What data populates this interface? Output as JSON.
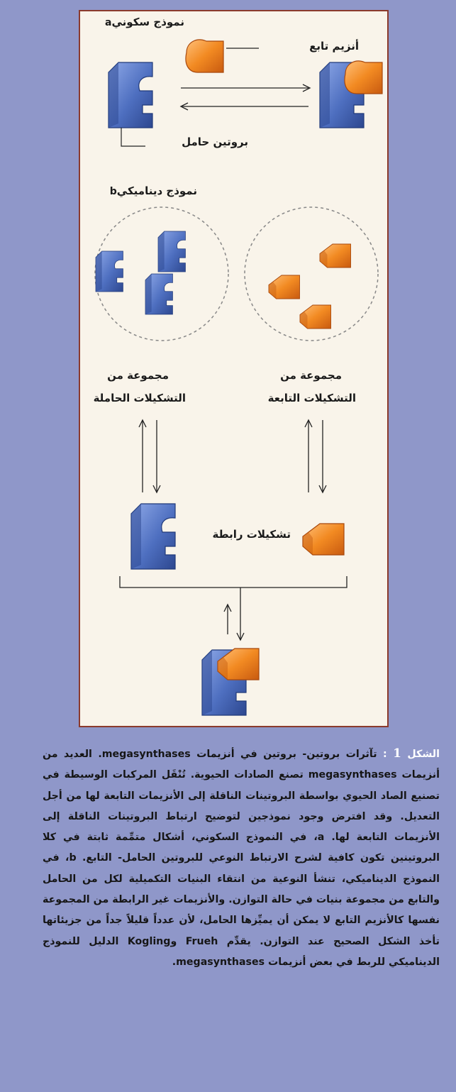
{
  "figure": {
    "panel_a": {
      "letter": "a",
      "title": "نموذج سكوني"
    },
    "panel_b": {
      "letter": "b",
      "title": "نموذج ديناميكي"
    },
    "labels": {
      "enzyme": "أنزيم تابع",
      "carrier": "بروتين حامل",
      "carrier_pool_line1": "مجموعة من",
      "carrier_pool_line2": "التشكيلات الحاملة",
      "partner_pool_line1": "مجموعة من",
      "partner_pool_line2": "التشكيلات التابعة",
      "binding": "تشكيلات رابطة"
    },
    "colors": {
      "carrier_blue": "#4e6fc0",
      "partner_orange": "#f08a24",
      "frame": "#8b3a2c",
      "background": "#8f97c9"
    }
  },
  "caption": {
    "lead": "الشكل",
    "number": "1",
    "sep": " : ",
    "body": "تآثرات بروتين- بروتين في أنزيمات megasynthases. العديد من أنزيمات megasynthases تصنع الصادات الحيوية. تُنْقَل المركبات الوسيطة في تصنيع الصاد الحيوي بواسطة البروتينات الناقلة إلى الأنزيمات التابعة لها من أجل التعديل. وقد افترض وجود نموذجين لتوضيح ارتباط البروتينات الناقلة إلى الأنزيمات التابعة لها. a، في النموذج السكوني، أشكال متمِّمة ثابتة في كلا البروتينين تكون كافية لشرح الارتباط النوعي للبروتين الحامل- التابع. b، في النموذج الديناميكي، تنشأ النوعية من انتقاء البنيات التكميلية لكل من الحامل والتابع من مجموعة بنيات في حالة التوازن. والأنزيمات غير الرابطة من المجموعة نفسها كالأنزيم التابع لا يمكن أن يميِّزها الحامل، لأن عدداً قليلاً جداً من جزيئاتها تأخذ الشكل الصحيح عند التوازن. يقدِّم Frueh وKogling الدليل للنموذج الديناميكي للربط في بعض أنزيمات megasynthases."
  }
}
